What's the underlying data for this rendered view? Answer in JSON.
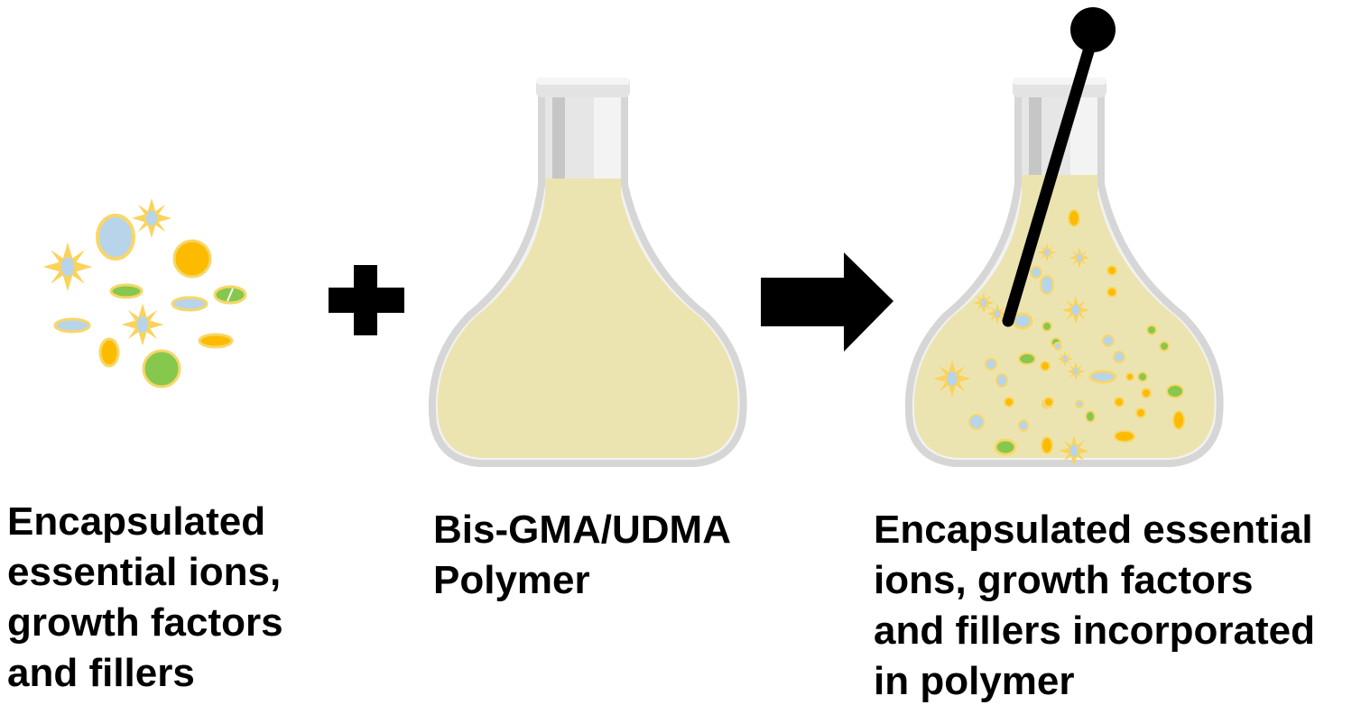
{
  "captions": {
    "ingredients": [
      "Encapsulated",
      "essential ions,",
      "growth factors",
      "and fillers"
    ],
    "polymer": [
      "Bis-GMA/UDMA",
      "Polymer"
    ],
    "result": [
      "Encapsulated essential",
      "ions, growth factors",
      "and fillers incorporated",
      "in polymer"
    ]
  },
  "colors": {
    "liquid": "#ece4b0",
    "glass_outline": "#d6d6d6",
    "neck_light": "#ececec",
    "neck_shade": "#b9b9b9",
    "particle_blue": "#b8d4ea",
    "particle_green": "#86c84d",
    "particle_orange": "#fdbb00",
    "particle_rim": "#f7d76a",
    "particle_star": "#fbd35a",
    "symbol": "#000000"
  },
  "icons": {
    "plus": "plus-icon",
    "arrow": "arrow-right-icon",
    "stirrer": "stirring-rod-icon"
  }
}
